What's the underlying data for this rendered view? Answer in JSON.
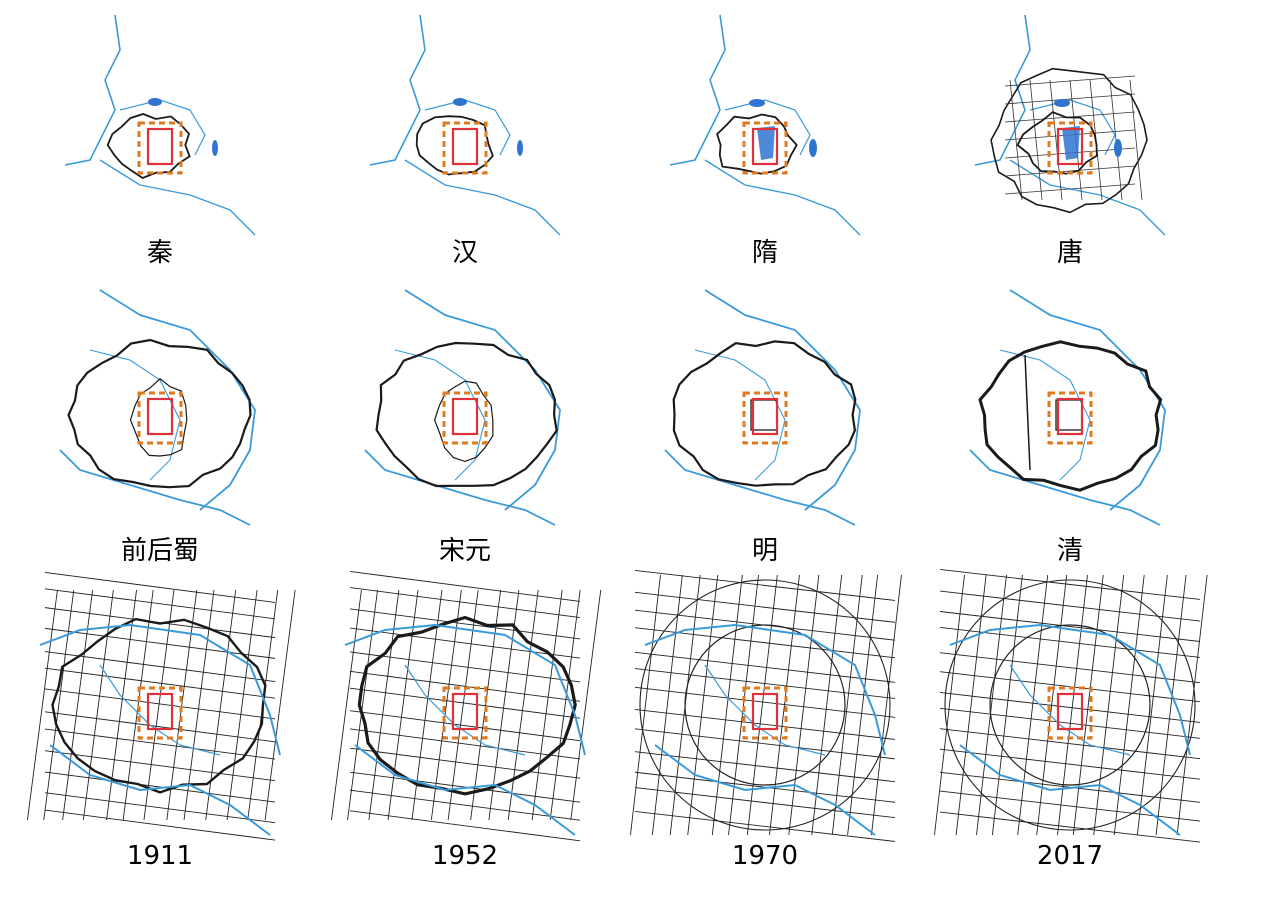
{
  "figure": {
    "panels": [
      {
        "label": "秦",
        "era": "ancient-small",
        "water_ponds": false,
        "pond_filled": false
      },
      {
        "label": "汉",
        "era": "ancient-small",
        "water_ponds": false,
        "pond_filled": false
      },
      {
        "label": "隋",
        "era": "ancient-small",
        "water_ponds": true,
        "pond_filled": true
      },
      {
        "label": "唐",
        "era": "ancient-grid",
        "water_ponds": true,
        "pond_filled": true
      },
      {
        "label": "前后蜀",
        "era": "large-wall",
        "water_ponds": false,
        "pond_filled": false
      },
      {
        "label": "宋元",
        "era": "large-wall",
        "water_ponds": false,
        "pond_filled": false
      },
      {
        "label": "明",
        "era": "large-wall-inner",
        "water_ponds": false,
        "pond_filled": false
      },
      {
        "label": "清",
        "era": "large-wall-qing",
        "water_ponds": false,
        "pond_filled": false
      },
      {
        "label": "1911",
        "era": "modern-wall",
        "water_ponds": false,
        "pond_filled": false
      },
      {
        "label": "1952",
        "era": "modern-wall",
        "water_ponds": false,
        "pond_filled": false
      },
      {
        "label": "1970",
        "era": "modern-net",
        "water_ponds": false,
        "pond_filled": false
      },
      {
        "label": "2017",
        "era": "modern-net",
        "water_ponds": false,
        "pond_filled": false
      }
    ],
    "colors": {
      "river": "#3a9ad9",
      "wall": "#1a1a1a",
      "palace": "#e0313b",
      "zone": "#e07a1f",
      "pond": "#2f74d0",
      "street": "#222222"
    }
  }
}
